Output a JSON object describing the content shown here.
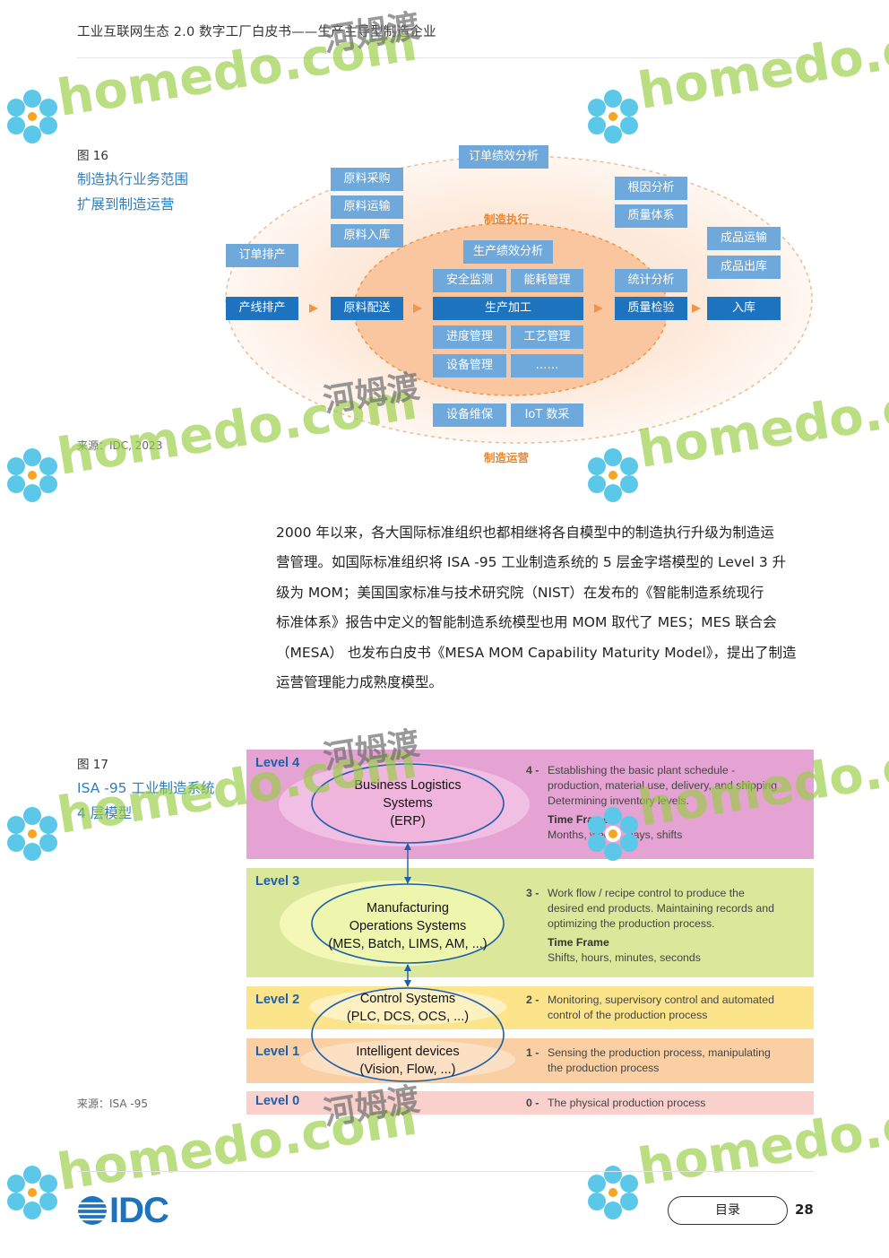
{
  "header": {
    "title": "工业互联网生态 2.0 数字工厂白皮书——生产主导型制造企业"
  },
  "figure16": {
    "number": "图 16",
    "title_line1": "制造执行业务范围",
    "title_line2": "扩展到制造运营",
    "source": "来源：IDC, 2023",
    "label_exec": "制造执行",
    "label_ops": "制造运营",
    "boxes": {
      "order_perf": "订单绩效分析",
      "mat_purchase": "原料采购",
      "mat_transport": "原料运输",
      "mat_storage": "原料入库",
      "root_cause": "根因分析",
      "quality_system": "质量体系",
      "product_transport": "成品运输",
      "product_out": "成品出库",
      "order_schedule": "订单排产",
      "prod_perf": "生产绩效分析",
      "safety": "安全监测",
      "energy": "能耗管理",
      "stats": "统计分析",
      "line_schedule": "产线排产",
      "mat_delivery": "原料配送",
      "processing": "生产加工",
      "quality_check": "质量检验",
      "warehouse_in": "入库",
      "progress": "进度管理",
      "craft": "工艺管理",
      "equipment": "设备管理",
      "ellipsis": "……",
      "maintenance": "设备维保",
      "iot": "IoT 数采"
    }
  },
  "body": {
    "lines": [
      "2000 年以来，各大国际标准组织也都相继将各自模型中的制造执行升级为制造运",
      "营管理。如国际标准组织将 ISA -95 工业制造系统的 5 层金字塔模型的 Level 3 升",
      "级为 MOM；美国国家标准与技术研究院（NIST）在发布的《智能制造系统现行",
      "标准体系》报告中定义的智能制造系统模型也用 MOM 取代了 MES；MES 联合会",
      "（MESA） 也发布白皮书《MESA MOM Capability Maturity Model》，提出了制造",
      "运营管理能力成熟度模型。"
    ]
  },
  "figure17": {
    "number": "图 17",
    "title_line1": "ISA -95 工业制造系统",
    "title_line2": "4 层模型",
    "source": "来源：ISA -95",
    "level4": {
      "label": "Level 4",
      "center": [
        "Business Logistics",
        "Systems",
        "(ERP)"
      ],
      "num": "4 -",
      "desc": [
        "Establishing the basic plant schedule -",
        "production, material use, delivery, and shipping",
        "Determining inventory levels."
      ],
      "tf_label": "Time Frame",
      "tf": "Months, weeks, days, shifts"
    },
    "level3": {
      "label": "Level 3",
      "center": [
        "Manufacturing",
        "Operations Systems",
        "(MES, Batch, LIMS, AM, ...)"
      ],
      "num": "3 -",
      "desc": [
        "Work flow / recipe control to produce the",
        "desired end products. Maintaining records and",
        "optimizing the production process."
      ],
      "tf_label": "Time Frame",
      "tf": "Shifts, hours, minutes, seconds"
    },
    "level2": {
      "label": "Level 2",
      "center": [
        "Control Systems",
        "(PLC, DCS, OCS, ...)"
      ],
      "num": "2 -",
      "desc": [
        "Monitoring, supervisory control and automated",
        "control of the production process"
      ]
    },
    "level1": {
      "label": "Level 1",
      "center": [
        "Intelligent devices",
        "(Vision, Flow, ...)"
      ],
      "num": "1 -",
      "desc": [
        "Sensing the production process, manipulating",
        "the production process"
      ]
    },
    "level0": {
      "label": "Level 0",
      "num": "0 -",
      "desc": "The physical production process"
    }
  },
  "watermark": {
    "domain": "homedo.com",
    "cn": "河姆渡"
  },
  "footer": {
    "logo": "IDC",
    "toc": "目录",
    "page": "28"
  },
  "colors": {
    "accent_blue": "#1e73be",
    "light_blue": "#6fa9dc",
    "orange": "#f0954a",
    "level4": "#e4a3d2",
    "level3": "#dbe89c",
    "level2": "#fbe48a",
    "level1": "#f9cfa3",
    "level0": "#f9d0cc"
  }
}
